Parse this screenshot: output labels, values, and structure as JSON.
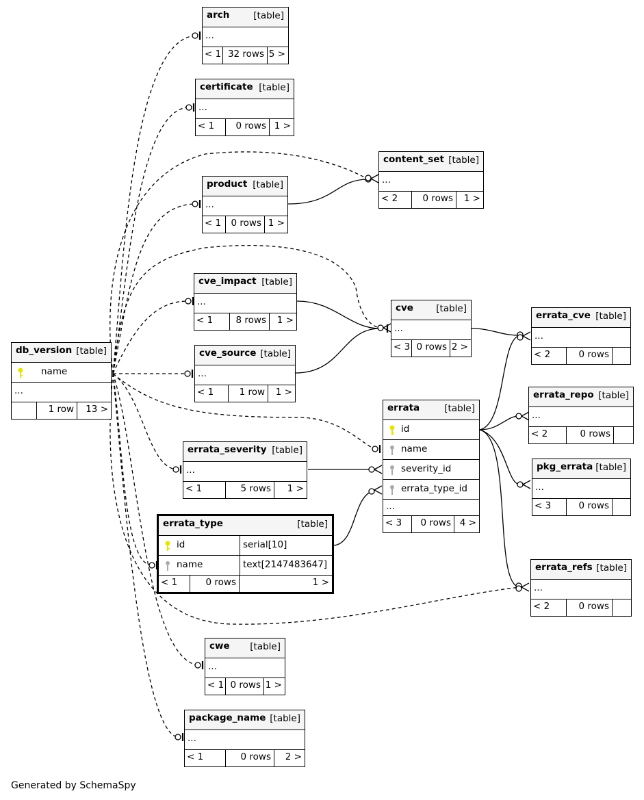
{
  "diagram": {
    "caption": "Generated by SchemaSpy",
    "tables": {
      "arch": {
        "name": "arch",
        "type": "[table]",
        "ellipsis": "...",
        "parents": "< 1",
        "rows": "32 rows",
        "children": "5 >"
      },
      "certificate": {
        "name": "certificate",
        "type": "[table]",
        "ellipsis": "...",
        "parents": "< 1",
        "rows": "0 rows",
        "children": "1 >"
      },
      "content_set": {
        "name": "content_set",
        "type": "[table]",
        "ellipsis": "...",
        "parents": "< 2",
        "rows": "0 rows",
        "children": "1 >"
      },
      "product": {
        "name": "product",
        "type": "[table]",
        "ellipsis": "...",
        "parents": "< 1",
        "rows": "0 rows",
        "children": "1 >"
      },
      "cve_impact": {
        "name": "cve_impact",
        "type": "[table]",
        "ellipsis": "...",
        "parents": "< 1",
        "rows": "8 rows",
        "children": "1 >"
      },
      "cve": {
        "name": "cve",
        "type": "[table]",
        "ellipsis": "...",
        "parents": "< 3",
        "rows": "0 rows",
        "children": "2 >"
      },
      "errata_cve": {
        "name": "errata_cve",
        "type": "[table]",
        "ellipsis": "...",
        "parents": "< 2",
        "rows": "0 rows",
        "children": ""
      },
      "db_version": {
        "name": "db_version",
        "type": "[table]",
        "fields": [
          "name"
        ],
        "ellipsis": "...",
        "parents": "",
        "rows": "1 row",
        "children": "13 >"
      },
      "cve_source": {
        "name": "cve_source",
        "type": "[table]",
        "ellipsis": "...",
        "parents": "< 1",
        "rows": "1 row",
        "children": "1 >"
      },
      "errata_repo": {
        "name": "errata_repo",
        "type": "[table]",
        "ellipsis": "...",
        "parents": "< 2",
        "rows": "0 rows",
        "children": ""
      },
      "errata": {
        "name": "errata",
        "type": "[table]",
        "fields": [
          "id",
          "name",
          "severity_id",
          "errata_type_id"
        ],
        "ellipsis": "...",
        "parents": "< 3",
        "rows": "0 rows",
        "children": "4 >"
      },
      "pkg_errata": {
        "name": "pkg_errata",
        "type": "[table]",
        "ellipsis": "...",
        "parents": "< 3",
        "rows": "0 rows",
        "children": ""
      },
      "errata_severity": {
        "name": "errata_severity",
        "type": "[table]",
        "ellipsis": "...",
        "parents": "< 1",
        "rows": "5 rows",
        "children": "1 >"
      },
      "errata_type": {
        "name": "errata_type",
        "type": "[table]",
        "fields": [
          {
            "name": "id",
            "dtype": "serial[10]"
          },
          {
            "name": "name",
            "dtype": "text[2147483647]"
          }
        ],
        "parents": "< 1",
        "rows": "0 rows",
        "children": "1 >"
      },
      "errata_refs": {
        "name": "errata_refs",
        "type": "[table]",
        "ellipsis": "...",
        "parents": "< 2",
        "rows": "0 rows",
        "children": ""
      },
      "cwe": {
        "name": "cwe",
        "type": "[table]",
        "ellipsis": "...",
        "parents": "< 1",
        "rows": "0 rows",
        "children": "1 >"
      },
      "package_name": {
        "name": "package_name",
        "type": "[table]",
        "ellipsis": "...",
        "parents": "< 1",
        "rows": "0 rows",
        "children": "2 >"
      }
    },
    "colors": {
      "primary_key": "#e6e600",
      "foreign_key": "#aaaaaa",
      "header_bg": "#f5f5f5"
    },
    "icons": {
      "primary_key": "key-icon",
      "foreign_key": "foreign-key-icon"
    }
  }
}
